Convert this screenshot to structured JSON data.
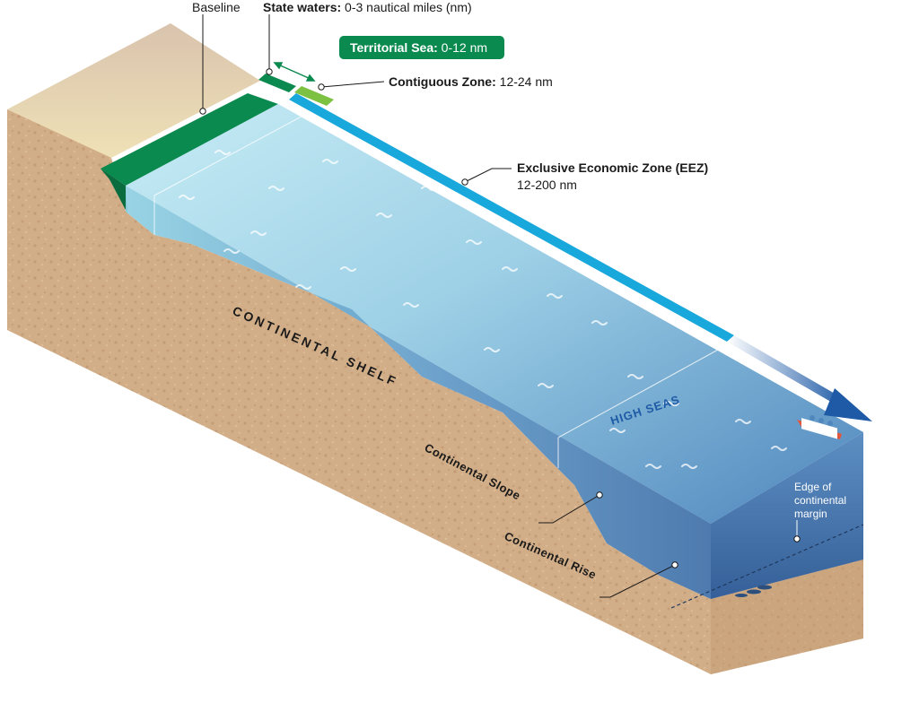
{
  "labels": {
    "baseline": "Baseline",
    "state_waters_title": "State waters:",
    "state_waters_range": " 0-3 nautical miles (nm)",
    "territorial_sea_title": "Territorial Sea:",
    "territorial_sea_range": " 0-12 nm",
    "contiguous_title": "Contiguous Zone:",
    "contiguous_range": " 12-24 nm",
    "eez_title": "Exclusive Economic Zone (EEZ)",
    "eez_range": "12-200 nm",
    "high_seas": "HIGH SEAS",
    "continental_shelf": "CONTINENTAL SHELF",
    "continental_slope": "Continental Slope",
    "continental_rise": "Continental Rise",
    "edge_line1": "Edge of",
    "edge_line2": "continental",
    "edge_line3": "margin"
  },
  "colors": {
    "territorial": "#0b8a4f",
    "contiguous": "#7cc142",
    "eez": "#19a8dc",
    "high_seas_arrow": "#1e5aa6",
    "sand": "#d8b898",
    "sediment": "#c9a57f",
    "water_light": "#a9dcec",
    "water_deep": "#3f6fa8"
  }
}
